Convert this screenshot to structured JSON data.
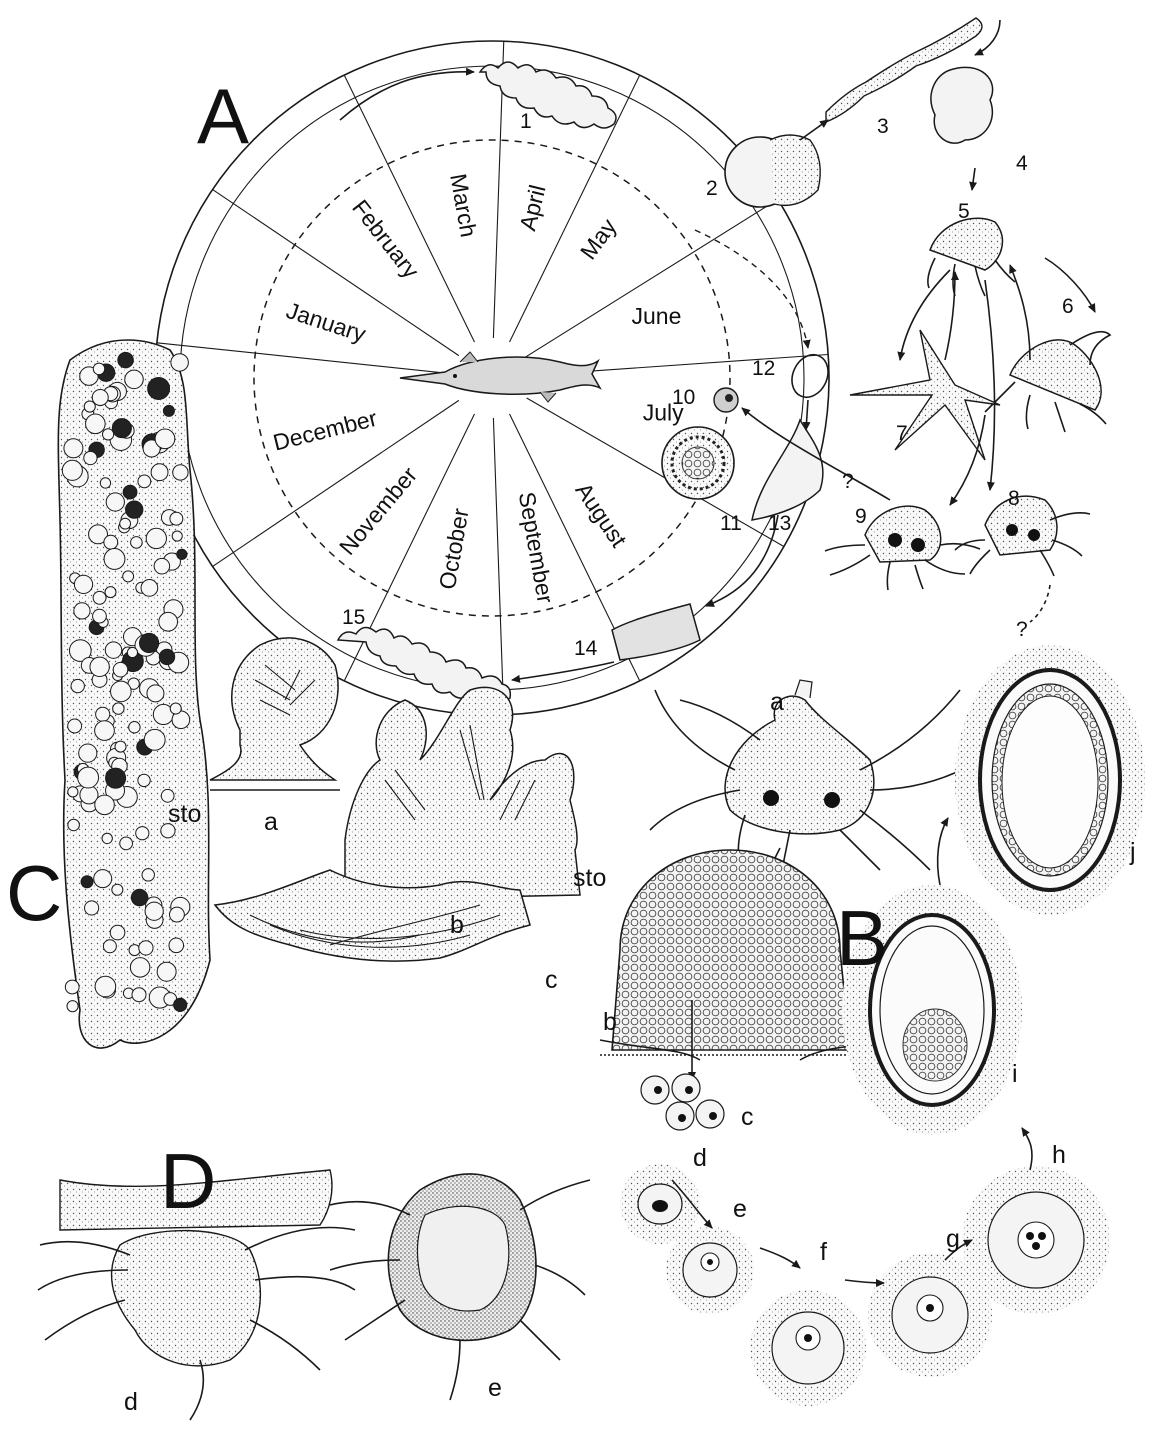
{
  "panels": {
    "A": "A",
    "B": "B",
    "C": "C",
    "D": "D"
  },
  "months": [
    "January",
    "February",
    "March",
    "April",
    "May",
    "June",
    "July",
    "August",
    "September",
    "October",
    "November",
    "December"
  ],
  "stage_numbers": {
    "n1": "1",
    "n2": "2",
    "n3": "3",
    "n4": "4",
    "n5": "5",
    "n6": "6",
    "n7": "7",
    "n8": "8",
    "n9": "9",
    "n10": "10",
    "n11": "11",
    "n12": "12",
    "n13": "13",
    "n14": "14",
    "n15": "15"
  },
  "question_marks": {
    "q1": "?",
    "q2": "?"
  },
  "panel_B_labels": {
    "a": "a",
    "b": "b",
    "c": "c",
    "d": "d",
    "e": "e",
    "f": "f",
    "g": "g",
    "h": "h",
    "i": "i",
    "j": "j"
  },
  "panel_C_labels": {
    "a": "a",
    "b": "b",
    "c": "c",
    "sto1": "sto",
    "sto2": "sto"
  },
  "panel_D_labels": {
    "d": "d",
    "e": "e"
  }
}
